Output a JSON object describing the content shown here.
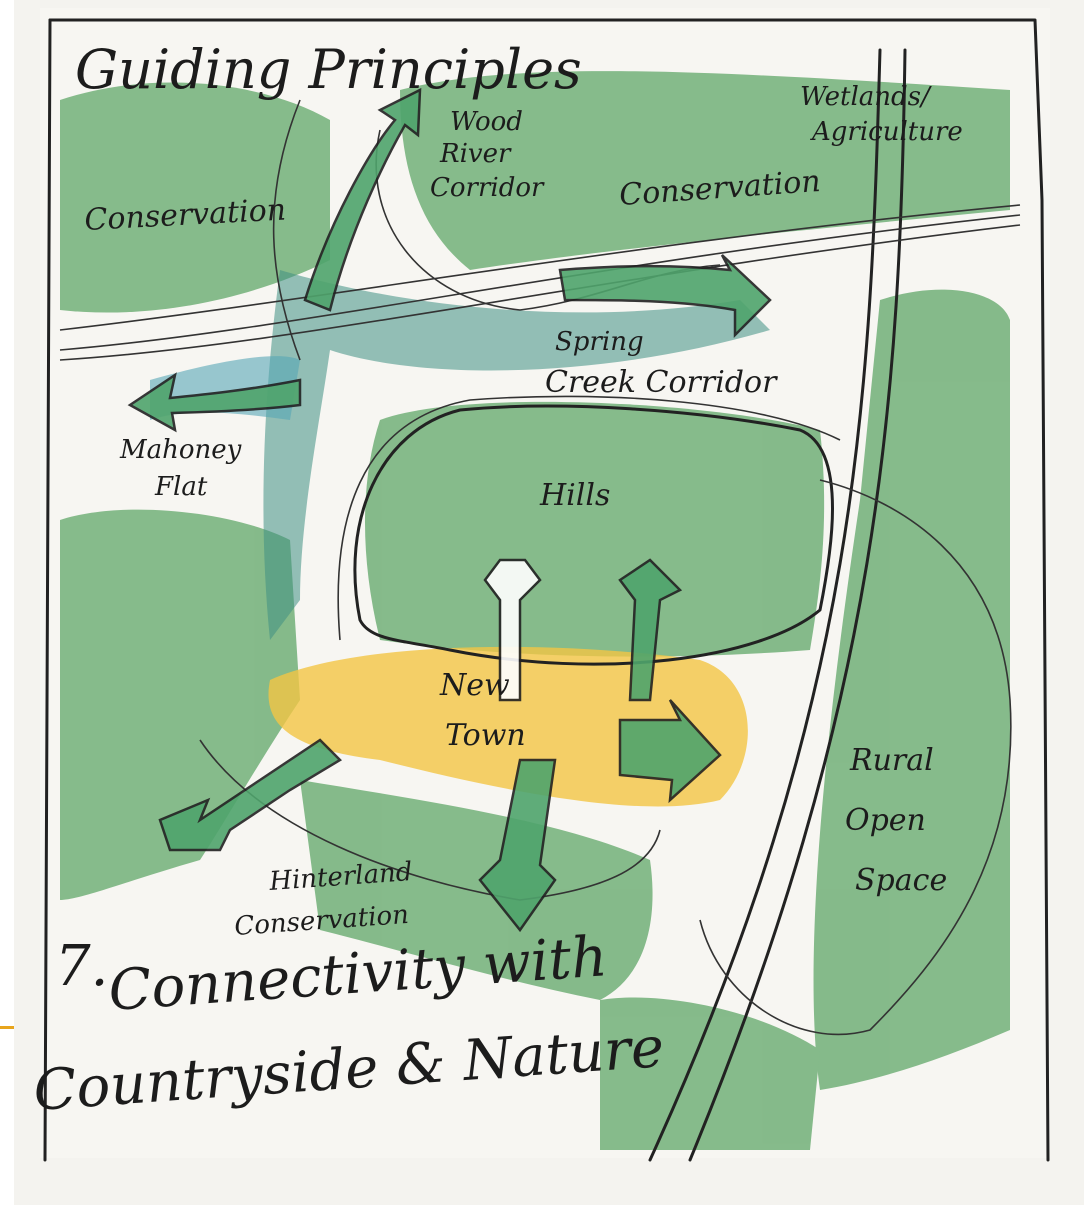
{
  "sketch": {
    "title": "Guiding Principles",
    "principle_number": "7.",
    "principle_line1": "Connectivity with",
    "principle_line2": "Countryside & Nature"
  },
  "map_labels": {
    "conservation_west": "Conservation",
    "wood_river_line1": "Wood",
    "wood_river_line2": "River",
    "wood_river_line3": "Corridor",
    "conservation_north": "Conservation",
    "wetlands_line1": "Wetlands/",
    "wetlands_line2": "Agriculture",
    "spring_creek_line1": "Spring",
    "spring_creek_line2": "Creek Corridor",
    "mahoney_line1": "Mahoney",
    "mahoney_line2": "Flat",
    "hills": "Hills",
    "new_town_line1": "New",
    "new_town_line2": "Town",
    "rural_line1": "Rural",
    "rural_line2": "Open",
    "rural_line3": "Space",
    "hinterland_line1": "Hinterland",
    "hinterland_line2": "Conservation"
  },
  "colors": {
    "paper": "#f4f3ef",
    "green_wash": "#4f9a5a",
    "blue_wash": "#5fb7c9",
    "yellow_wash": "#f2c544",
    "ink": "#222222",
    "accent_rule": "#e8a51d"
  }
}
